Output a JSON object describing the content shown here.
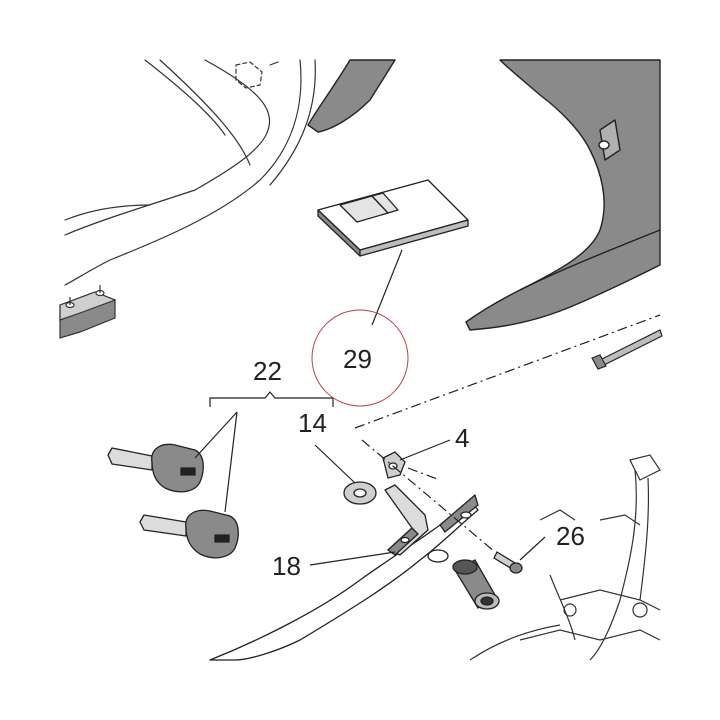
{
  "callouts": {
    "c29": "29",
    "c22": "22",
    "c14": "14",
    "c4": "4",
    "c26": "26",
    "c18": "18"
  },
  "highlight_color": "#c0404f",
  "part_fill": "#8a8a8a",
  "line_color": "#222222"
}
